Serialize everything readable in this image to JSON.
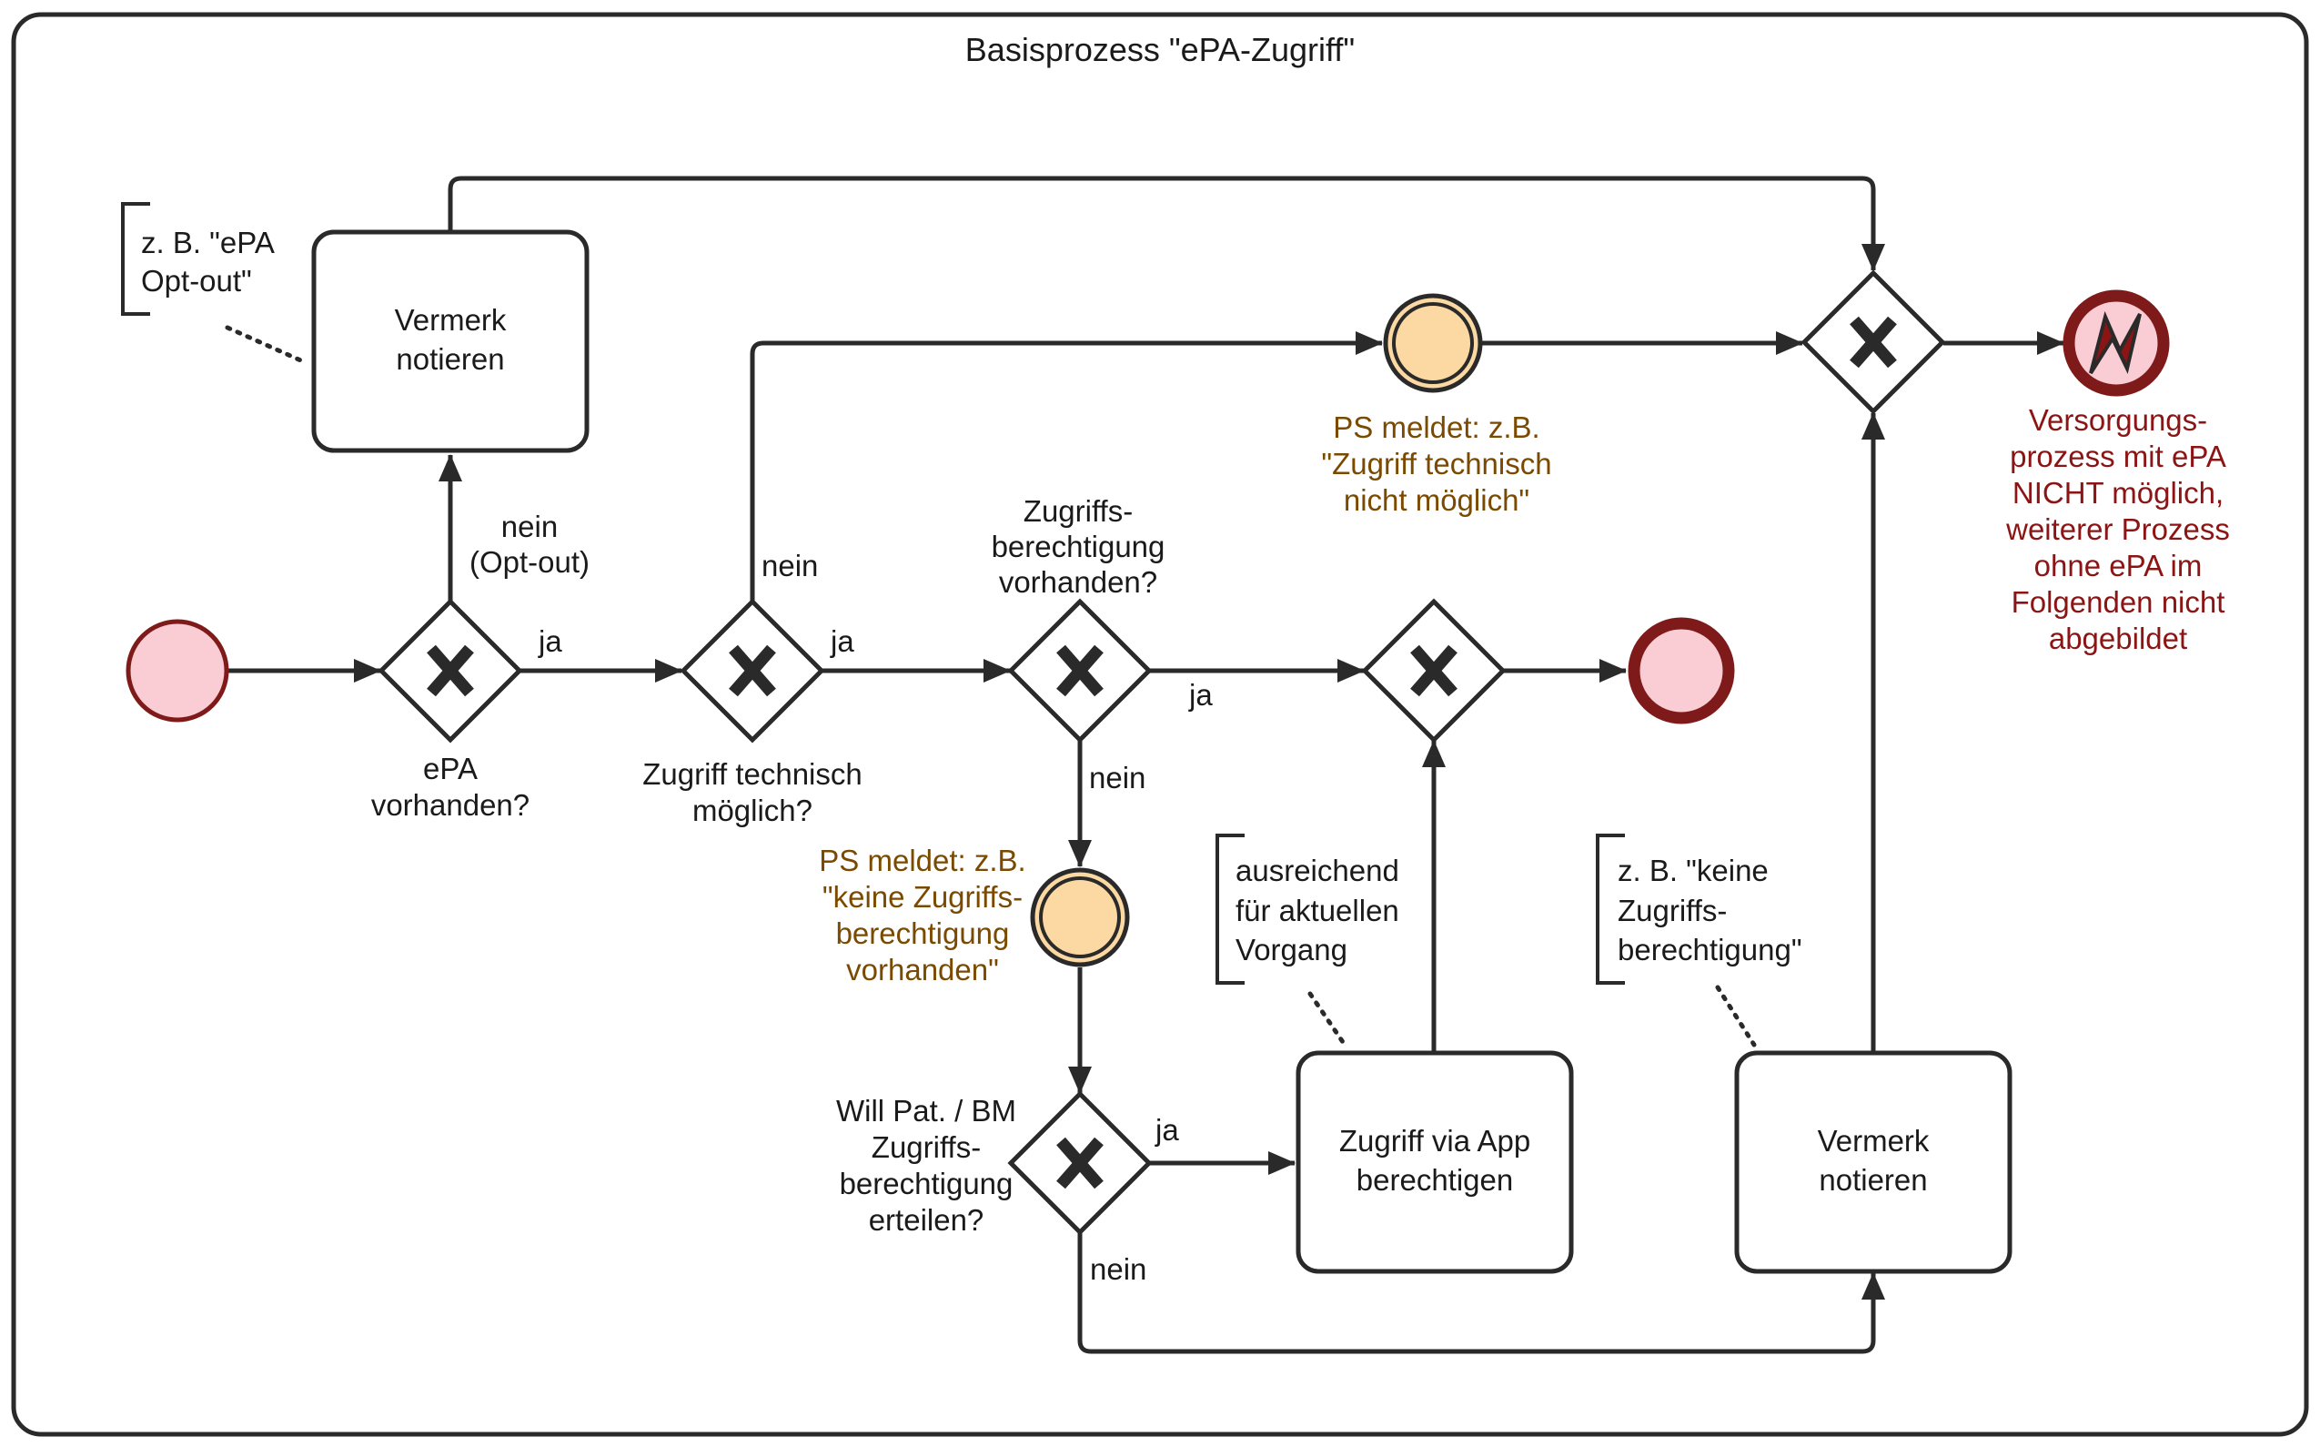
{
  "diagram": {
    "title": "Basisprozess \"ePA-Zugriff\"",
    "colors": {
      "start_fill": "#f9cdd3",
      "end_stroke": "#7f1a1a",
      "intermediate_fill": "#fcd9a3",
      "intermediate_stroke": "#7a4a00",
      "error_text": "#8b1414",
      "message_text": "#7a4a00"
    },
    "gateways": {
      "epa": {
        "line1": "ePA",
        "line2": "vorhanden?"
      },
      "technical": {
        "line1": "Zugriff technisch",
        "line2": "möglich?"
      },
      "authorization": {
        "line1": "Zugriffs-",
        "line2": "berechtigung",
        "line3": "vorhanden?"
      },
      "grant": {
        "line1": "Will Pat. / BM",
        "line2": "Zugriffs-",
        "line3": "berechtigung",
        "line4": "erteilen?"
      }
    },
    "tasks": {
      "note_top": {
        "line1": "Vermerk",
        "line2": "notieren"
      },
      "app": {
        "line1": "Zugriff via App",
        "line2": "berechtigen"
      },
      "note_bottom": {
        "line1": "Vermerk",
        "line2": "notieren"
      }
    },
    "flow_labels": {
      "ja": "ja",
      "nein": "nein",
      "nein_optout_1": "nein",
      "nein_optout_2": "(Opt-out)"
    },
    "events": {
      "ps_technical": {
        "line1": "PS meldet: z.B.",
        "line2": "\"Zugriff technisch",
        "line3": "nicht möglich\""
      },
      "ps_authorization": {
        "line1": "PS meldet: z.B.",
        "line2": "\"keine Zugriffs-",
        "line3": "berechtigung",
        "line4": "vorhanden\""
      },
      "error_end": {
        "line1": "Versorgungs-",
        "line2": "prozess mit ePA",
        "line3": "NICHT möglich,",
        "line4": "weiterer Prozess",
        "line5": "ohne ePA im",
        "line6": "Folgenden nicht",
        "line7": "abgebildet"
      }
    },
    "annotations": {
      "optout": {
        "line1": "z. B. \"ePA",
        "line2": "Opt-out\""
      },
      "sufficient": {
        "line1": "ausreichend",
        "line2": "für aktuellen",
        "line3": "Vorgang"
      },
      "no_authorization": {
        "line1": "z. B. \"keine",
        "line2": "Zugriffs-",
        "line3": "berechtigung\""
      }
    }
  }
}
